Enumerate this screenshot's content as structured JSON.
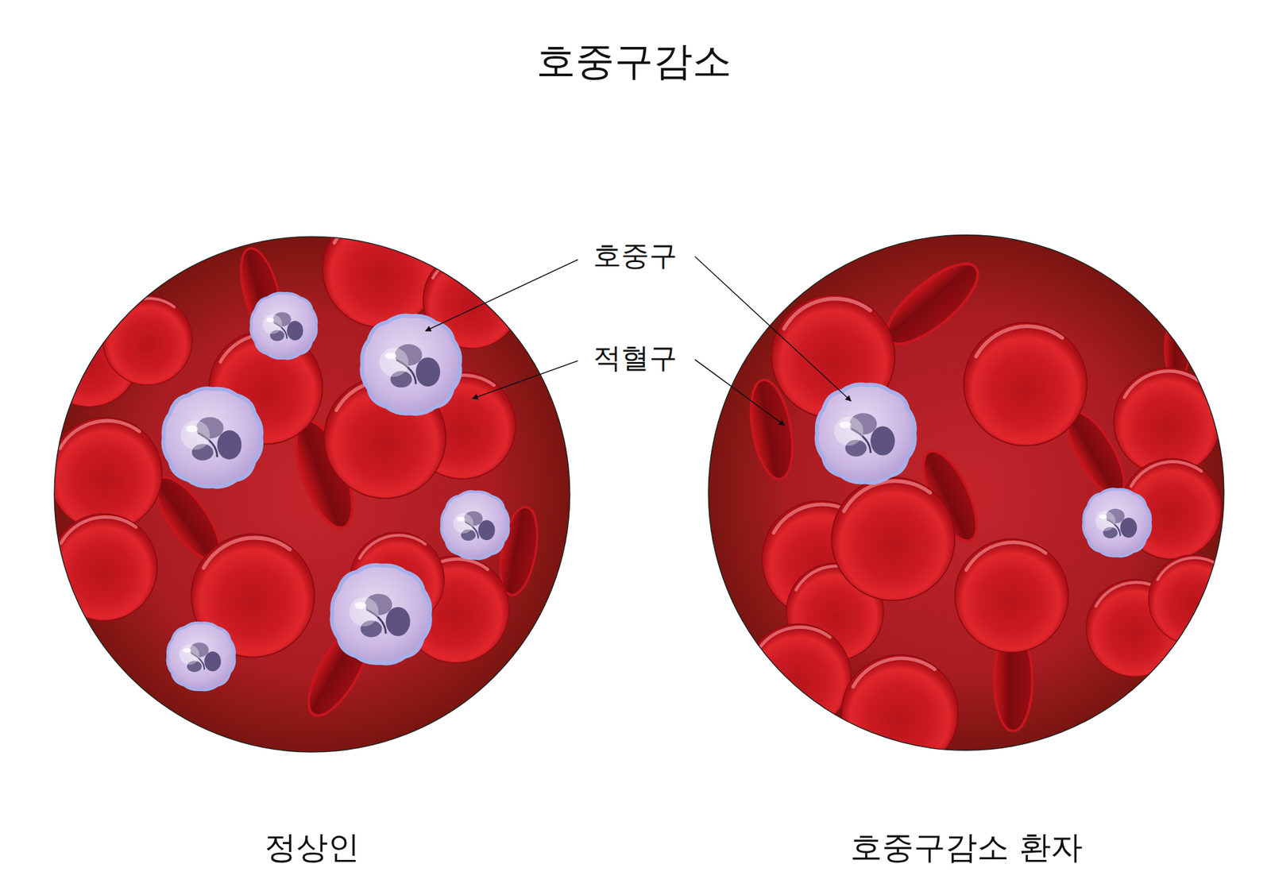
{
  "diagram": {
    "title": "호중구감소",
    "labels": [
      "호중구",
      "적혈구",
      "정상인",
      "호중구감소 환자"
    ]
  }
}
